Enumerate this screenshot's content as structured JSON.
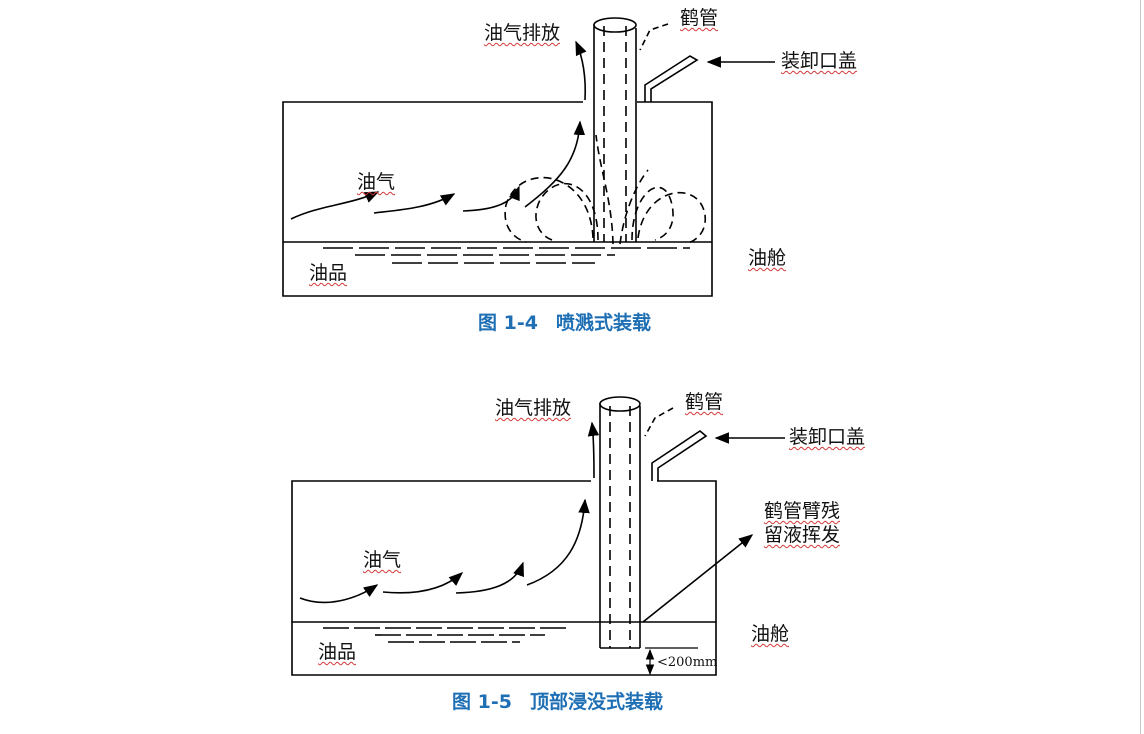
{
  "figures": [
    {
      "number": "图 1-4",
      "title": "喷溅式装载",
      "labels": {
        "vapor_vent": "油气排放",
        "crane_pipe": "鹤管",
        "hatch_cover": "装卸口盖",
        "vapor": "油气",
        "oil_product": "油品",
        "cargo_tank": "油舱"
      }
    },
    {
      "number": "图 1-5",
      "title": "顶部浸没式装载",
      "labels": {
        "vapor_vent": "油气排放",
        "crane_pipe": "鹤管",
        "hatch_cover": "装卸口盖",
        "residue_line1": "鹤管臂残",
        "residue_line2": "留液挥发",
        "vapor": "油气",
        "oil_product": "油品",
        "cargo_tank": "油舱",
        "clearance": "<200mm"
      }
    }
  ]
}
